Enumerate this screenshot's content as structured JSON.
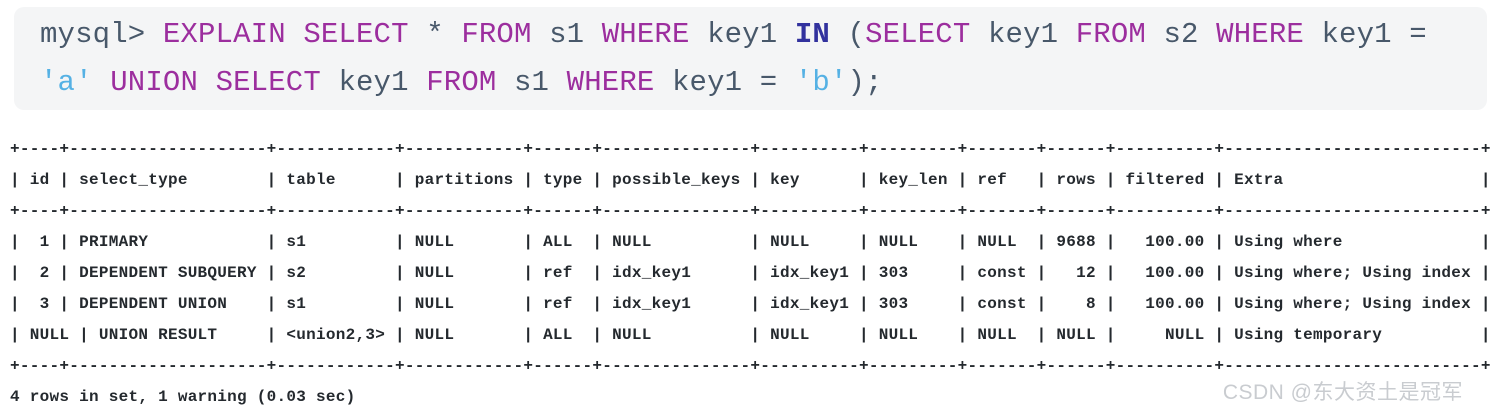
{
  "colors": {
    "code_background": "#f4f5f6",
    "keyword": "#9c2e9e",
    "keyword_in": "#32329e",
    "plain_code": "#48586a",
    "string": "#55b1e4",
    "table_text": "#24292e",
    "watermark": "#c9ccd0"
  },
  "terminal": {
    "prompt": "mysql>",
    "lines": [
      {
        "tokens": [
          {
            "t": "mysql> ",
            "c": "plain"
          },
          {
            "t": "EXPLAIN",
            "c": "kw"
          },
          {
            "t": " ",
            "c": "plain"
          },
          {
            "t": "SELECT",
            "c": "kw"
          },
          {
            "t": " * ",
            "c": "plain"
          },
          {
            "t": "FROM",
            "c": "kw"
          },
          {
            "t": " s1 ",
            "c": "plain"
          },
          {
            "t": "WHERE",
            "c": "kw"
          },
          {
            "t": " key1 ",
            "c": "plain"
          },
          {
            "t": "IN",
            "c": "opkw"
          },
          {
            "t": " (",
            "c": "plain"
          },
          {
            "t": "SELECT",
            "c": "kw"
          },
          {
            "t": " key1 ",
            "c": "plain"
          },
          {
            "t": "FROM",
            "c": "kw"
          },
          {
            "t": " s2 ",
            "c": "plain"
          },
          {
            "t": "WHERE",
            "c": "kw"
          },
          {
            "t": " key1 =",
            "c": "plain"
          }
        ]
      },
      {
        "tokens": [
          {
            "t": "'a'",
            "c": "str"
          },
          {
            "t": " ",
            "c": "plain"
          },
          {
            "t": "UNION",
            "c": "kw"
          },
          {
            "t": " ",
            "c": "plain"
          },
          {
            "t": "SELECT",
            "c": "kw"
          },
          {
            "t": " key1 ",
            "c": "plain"
          },
          {
            "t": "FROM",
            "c": "kw"
          },
          {
            "t": " s1 ",
            "c": "plain"
          },
          {
            "t": "WHERE",
            "c": "kw"
          },
          {
            "t": " key1 = ",
            "c": "plain"
          },
          {
            "t": "'b'",
            "c": "str"
          },
          {
            "t": ");",
            "c": "plain"
          }
        ]
      }
    ]
  },
  "result_table": {
    "columns": [
      {
        "name": "id",
        "width": 2,
        "align": "right"
      },
      {
        "name": "select_type",
        "width": 18,
        "align": "left"
      },
      {
        "name": "table",
        "width": 10,
        "align": "left"
      },
      {
        "name": "partitions",
        "width": 10,
        "align": "left"
      },
      {
        "name": "type",
        "width": 4,
        "align": "left"
      },
      {
        "name": "possible_keys",
        "width": 13,
        "align": "left"
      },
      {
        "name": "key",
        "width": 8,
        "align": "left"
      },
      {
        "name": "key_len",
        "width": 7,
        "align": "left"
      },
      {
        "name": "ref",
        "width": 5,
        "align": "left"
      },
      {
        "name": "rows",
        "width": 4,
        "align": "right"
      },
      {
        "name": "filtered",
        "width": 8,
        "align": "right"
      },
      {
        "name": "Extra",
        "width": 24,
        "align": "left"
      }
    ],
    "rows": [
      [
        "1",
        "PRIMARY",
        "s1",
        "NULL",
        "ALL",
        "NULL",
        "NULL",
        "NULL",
        "NULL",
        "9688",
        "100.00",
        "Using where"
      ],
      [
        "2",
        "DEPENDENT SUBQUERY",
        "s2",
        "NULL",
        "ref",
        "idx_key1",
        "idx_key1",
        "303",
        "const",
        "12",
        "100.00",
        "Using where; Using index"
      ],
      [
        "3",
        "DEPENDENT UNION",
        "s1",
        "NULL",
        "ref",
        "idx_key1",
        "idx_key1",
        "303",
        "const",
        "8",
        "100.00",
        "Using where; Using index"
      ],
      [
        "NULL",
        "UNION RESULT",
        "<union2,3>",
        "NULL",
        "ALL",
        "NULL",
        "NULL",
        "NULL",
        "NULL",
        "NULL",
        "NULL",
        "Using temporary"
      ]
    ],
    "status_line": "4 rows in set, 1 warning (0.03 sec)"
  },
  "watermark": {
    "text": "CSDN @东大资土是冠军"
  }
}
